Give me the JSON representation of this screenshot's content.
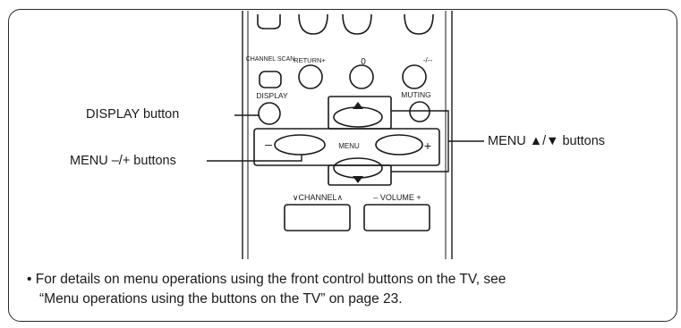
{
  "diagram": {
    "remote_buttons": {
      "channel_scan": "CHANNEL SCAN",
      "return_plus": "RETURN+",
      "zero": "0",
      "dash_dash": "-/--",
      "display": "DISPLAY",
      "muting": "MUTING",
      "menu": "MENU",
      "minus": "–",
      "plus": "+",
      "channel": "∨CHANNEL∧",
      "volume": "– VOLUME +"
    },
    "callouts": {
      "display_button": "DISPLAY button",
      "menu_minus_plus": "MENU –/+ buttons",
      "menu_up_down": "MENU ▲/▼ buttons"
    },
    "note": {
      "bullet": "•",
      "line1": "For details on menu operations using the front control buttons on the TV, see",
      "line2": "“Menu operations using the buttons on the TV” on page 23."
    }
  }
}
